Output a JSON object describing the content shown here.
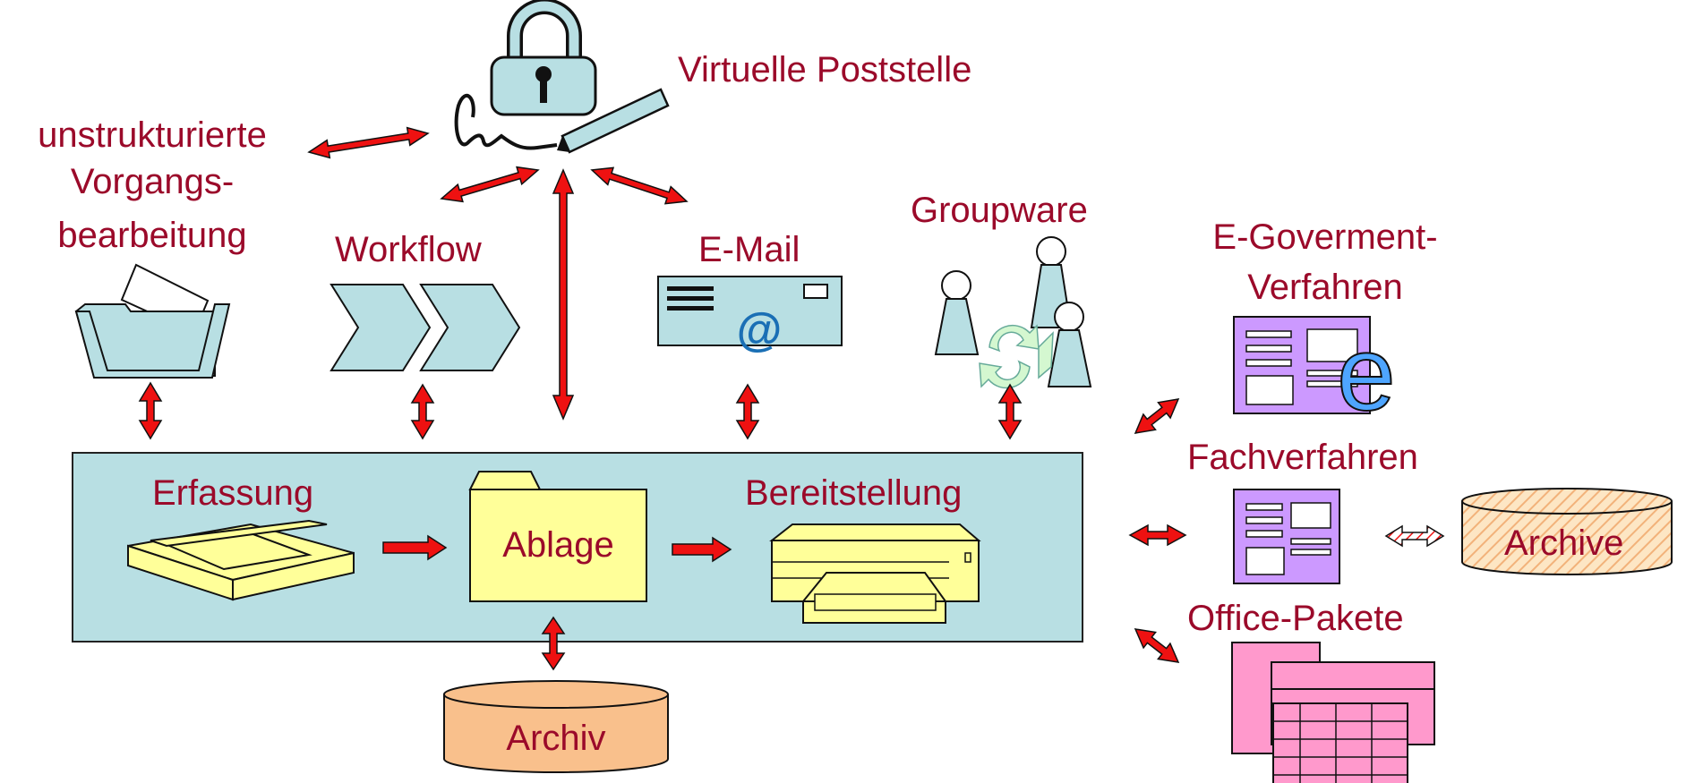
{
  "labels": {
    "virtuelle_poststelle": "Virtuelle Poststelle",
    "unstrukturiert_1": "unstrukturierte",
    "unstrukturiert_2": "Vorgangs-",
    "unstrukturiert_3": "bearbeitung",
    "workflow": "Workflow",
    "email": "E-Mail",
    "groupware": "Groupware",
    "egov_1": "E-Goverment-",
    "egov_2": "Verfahren",
    "fachverfahren": "Fachverfahren",
    "office": "Office-Pakete",
    "erfassung": "Erfassung",
    "ablage": "Ablage",
    "bereitstellung": "Bereitstellung",
    "archiv": "Archiv",
    "archive": "Archive",
    "at_sign": "@",
    "e_letter": "e"
  },
  "colors": {
    "label_text": "#9b0a2a",
    "arrow": "#ee1111",
    "teal_fill": "#b8dfe3",
    "yellow_fill": "#ffff99",
    "orange_fill": "#f9c08c",
    "purple_fill": "#cc99ff",
    "pink_fill": "#ff99cc",
    "email_at": "#1a6fb5"
  },
  "icons": [
    "lock-icon",
    "signature-pen-icon",
    "folder-icon",
    "chevron-icon",
    "envelope-icon",
    "people-icon",
    "scanner-icon",
    "printer-icon",
    "database-icon",
    "form-window-icon",
    "spreadsheet-icon"
  ]
}
